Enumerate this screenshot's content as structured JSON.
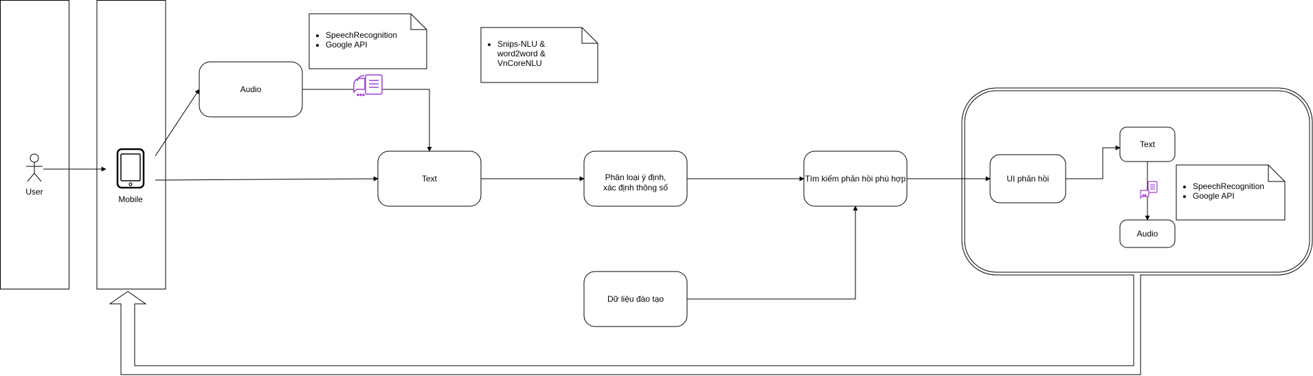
{
  "actors": {
    "user_label": "User",
    "mobile_label": "Mobile"
  },
  "nodes": {
    "audio": "Audio",
    "text": "Text",
    "intent_line1": "Phân loại ý định,",
    "intent_line2": "xác định thông số",
    "search": "Tìm kiếm phản hồi phù hợp",
    "training_data": "Dữ liệu đào tạo",
    "ui_response": "UI phản hồi",
    "out_text": "Text",
    "out_audio": "Audio"
  },
  "notes": {
    "stt": [
      "SpeechRecognition",
      "Google API"
    ],
    "nlu": [
      "Snips-NLU &",
      "word2word &",
      "VnCoreNLU"
    ],
    "tts": [
      "SpeechRecognition",
      "Google API"
    ]
  },
  "colors": {
    "stroke": "#000000",
    "icon_accent": "#9b3fd6"
  }
}
